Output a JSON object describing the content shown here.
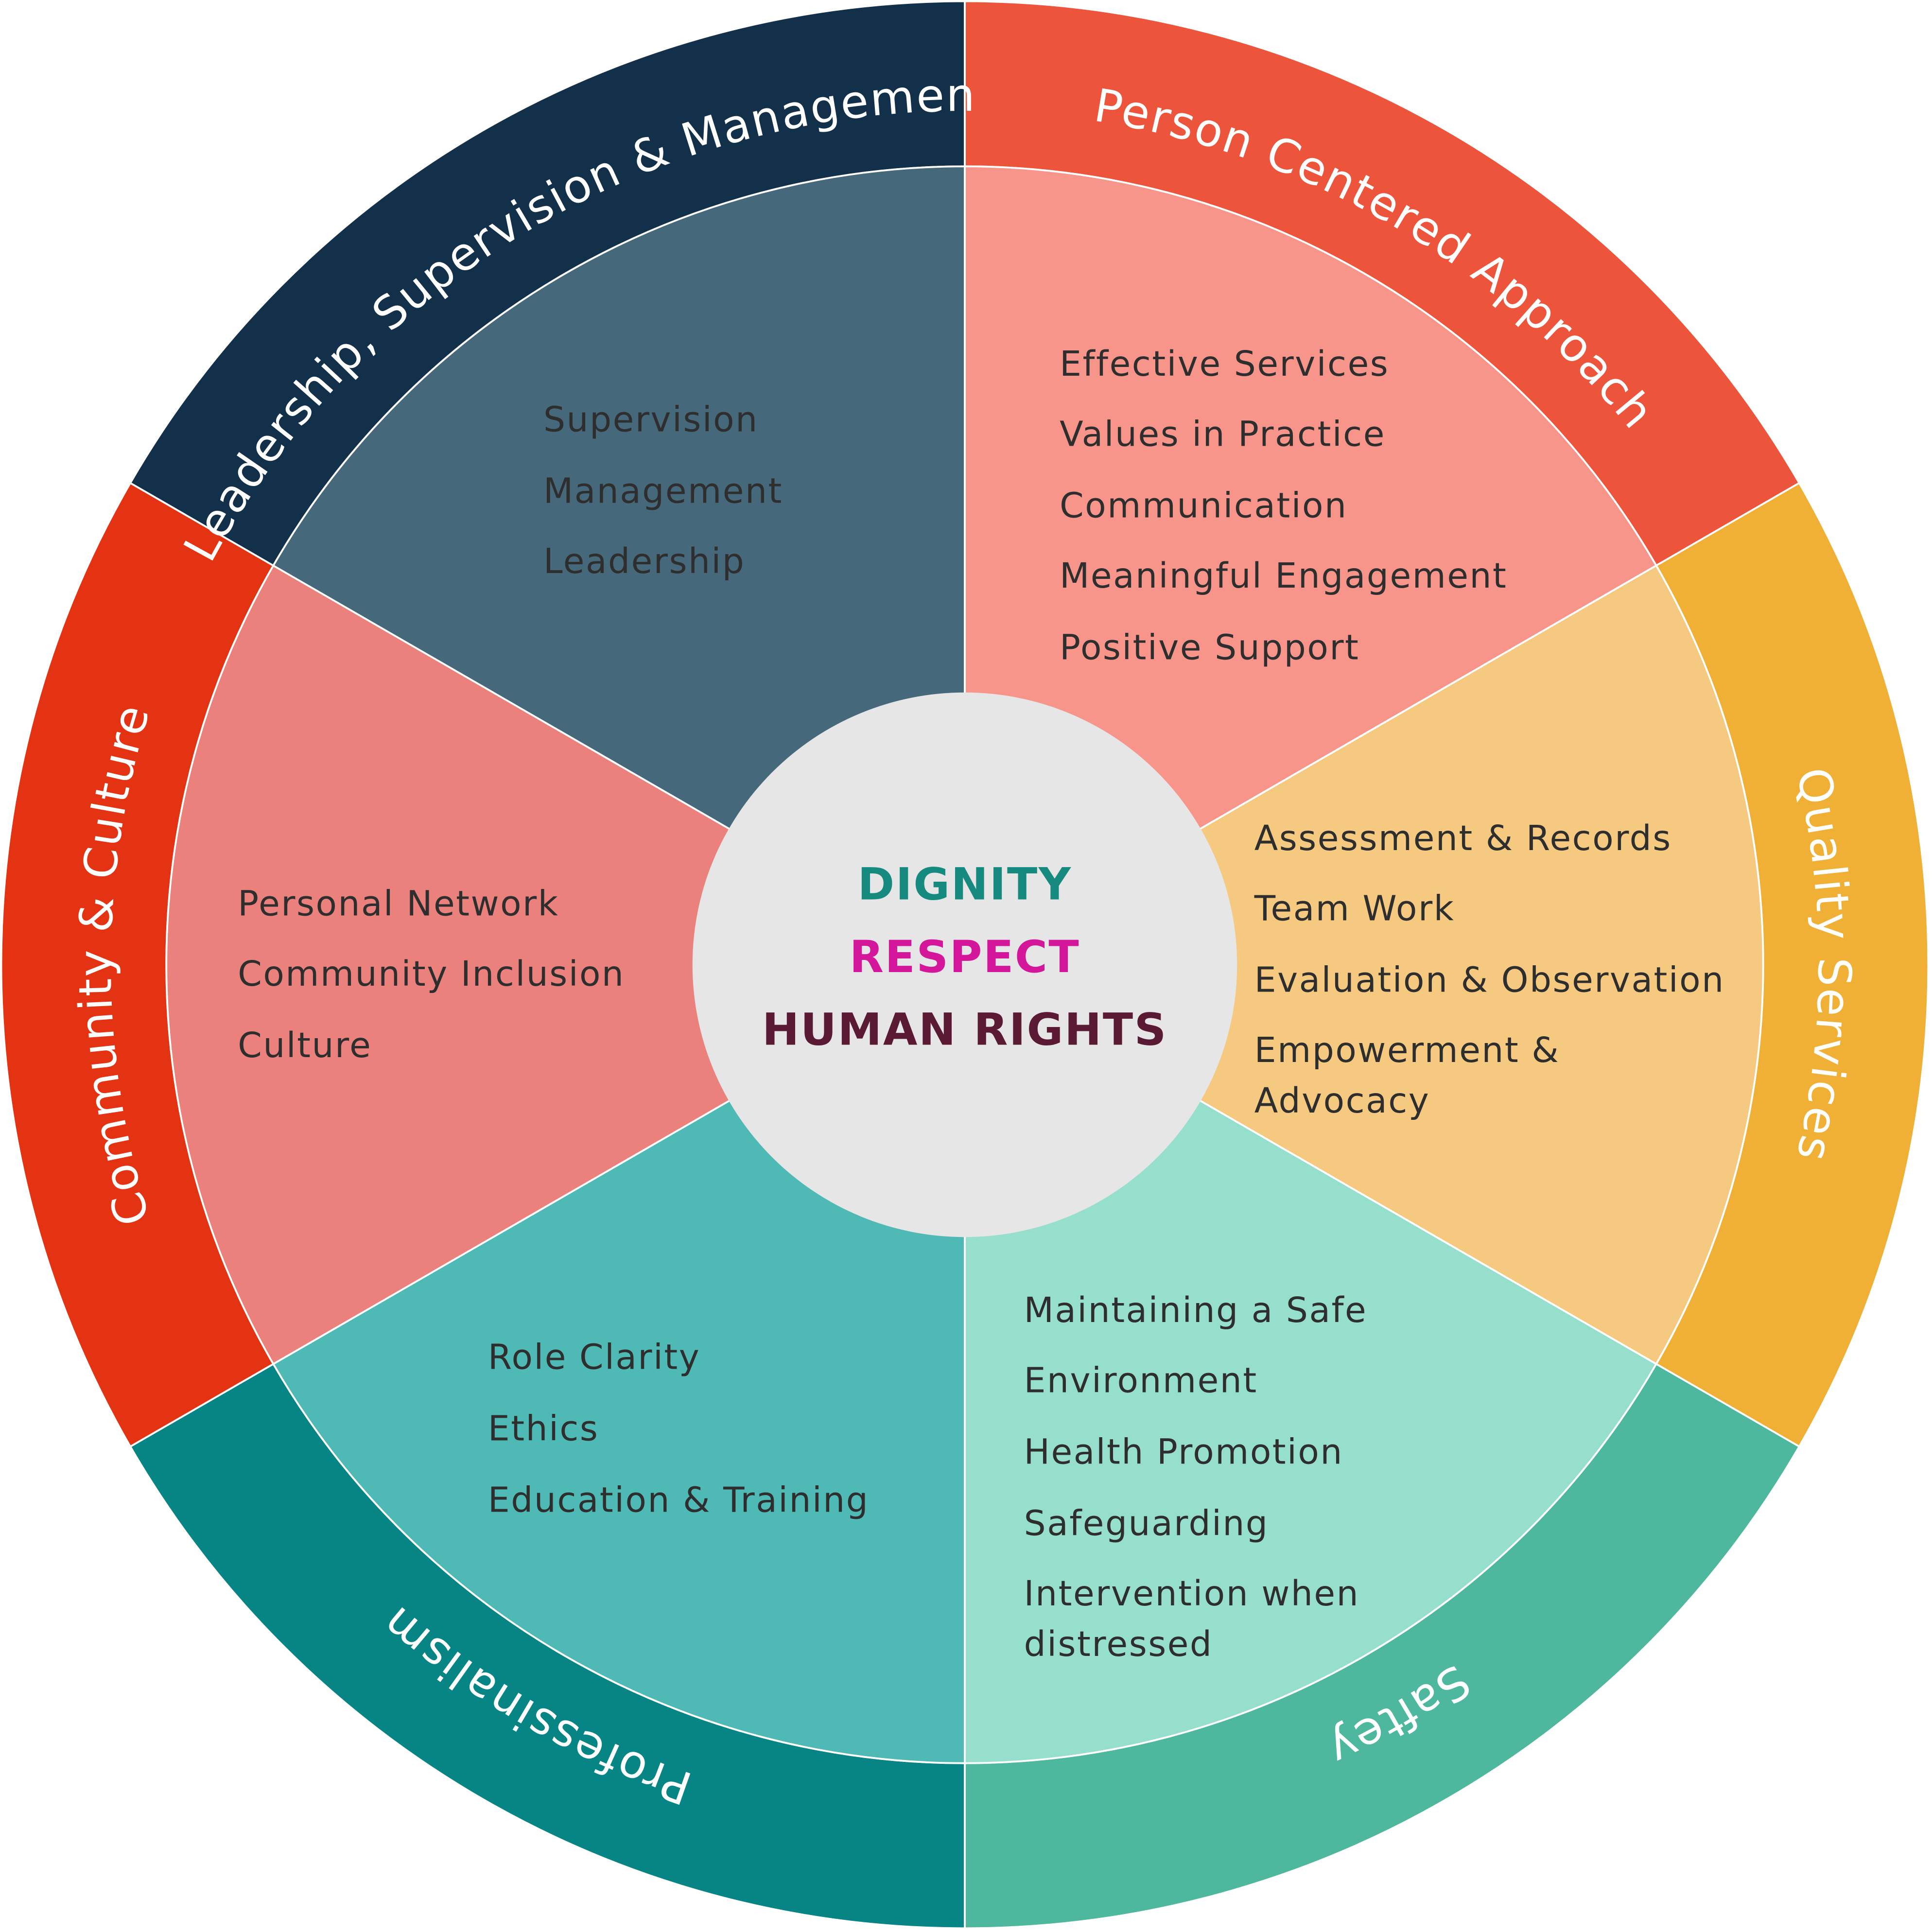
{
  "center": {
    "lines": [
      {
        "text": "DIGNITY",
        "color": "#178a80"
      },
      {
        "text": "RESPECT",
        "color": "#d4169a"
      },
      {
        "text": "HUMAN RIGHTS",
        "color": "#5a1a33"
      }
    ],
    "fill": "#e6e6e6"
  },
  "segments": [
    {
      "label": "Person Centered Approach",
      "outer_color": "#ec553c",
      "inner_color": "#f7958a",
      "items": [
        "Effective Services",
        "Values in Practice",
        "Communication",
        "Meaningful Engagement",
        "Positive Support"
      ]
    },
    {
      "label": "Quality Services",
      "outer_color": "#f0b035",
      "inner_color": "#f5c97f",
      "items": [
        "Assessment & Records",
        "Team Work",
        "Evaluation & Observation",
        "Empowerment &",
        "Advocacy"
      ]
    },
    {
      "label": "Saftey",
      "outer_color": "#4db89e",
      "inner_color": "#96dfcc",
      "items": [
        "Maintaining a Safe",
        "Environment",
        "Health Promotion",
        "Safeguarding",
        "Intervention when",
        "distressed"
      ]
    },
    {
      "label": "Professinalism",
      "outer_color": "#078585",
      "inner_color": "#4fbab5",
      "items": [
        "Role Clarity",
        "Ethics",
        "Education & Training"
      ]
    },
    {
      "label": "Community & Culture",
      "outer_color": "#e33312",
      "inner_color": "#ea817c",
      "items": [
        "Personal Network",
        "Community Inclusion",
        "Culture"
      ]
    },
    {
      "label": "Leadership, Supervision & Management",
      "outer_color": "#13304a",
      "inner_color": "#45687a",
      "items": [
        "Supervision",
        "Management",
        "Leadership"
      ]
    }
  ]
}
